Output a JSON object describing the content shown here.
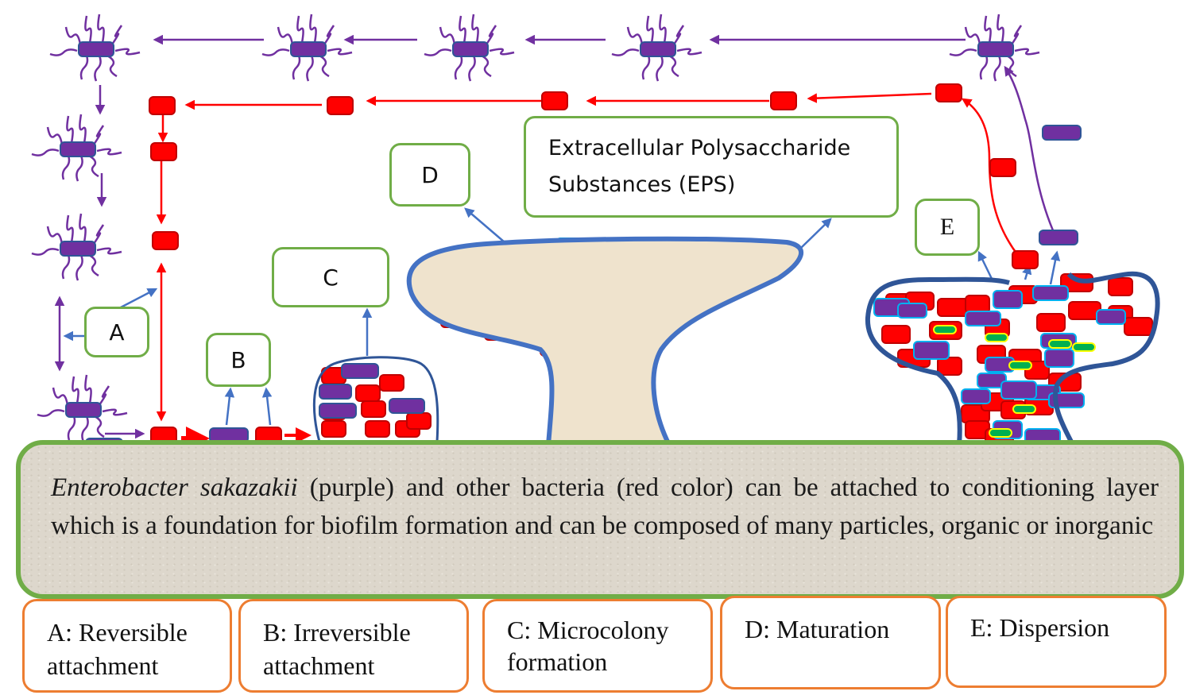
{
  "diagram": {
    "title": "Biofilm formation stages of Enterobacter sakazakii",
    "colors": {
      "e_sakazakii": "#7030a0",
      "other_bacteria": "#ff0000",
      "label_border": "#70ad47",
      "legend_border": "#ed7d31",
      "eps_outline": "#4472c4",
      "pointer_arrow": "#4472c4",
      "substrate": "#ddd7cc"
    },
    "stage_labels": [
      {
        "key": "A",
        "text": "A"
      },
      {
        "key": "B",
        "text": "B"
      },
      {
        "key": "C",
        "text": "C"
      },
      {
        "key": "D",
        "text": "D"
      },
      {
        "key": "E",
        "text": "E"
      }
    ],
    "eps_label": {
      "line1": "Extracellular Polysaccharide",
      "line2": "Substances (EPS)"
    },
    "substrate": {
      "species_italic": "Enterobacter sakazakii",
      "text": " (purple) and other bacteria (red color) can be attached to conditioning layer which is a foundation for biofilm formation and can be composed of many particles, organic or inorganic"
    },
    "legend": [
      {
        "line1": "A: Reversible",
        "line2": "attachment"
      },
      {
        "line1": "B: Irreversible",
        "line2": "attachment"
      },
      {
        "line1": "C: Microcolony",
        "line2": "formation"
      },
      {
        "line1": "D: Maturation",
        "line2": ""
      },
      {
        "line1": "E: Dispersion",
        "line2": ""
      }
    ]
  }
}
